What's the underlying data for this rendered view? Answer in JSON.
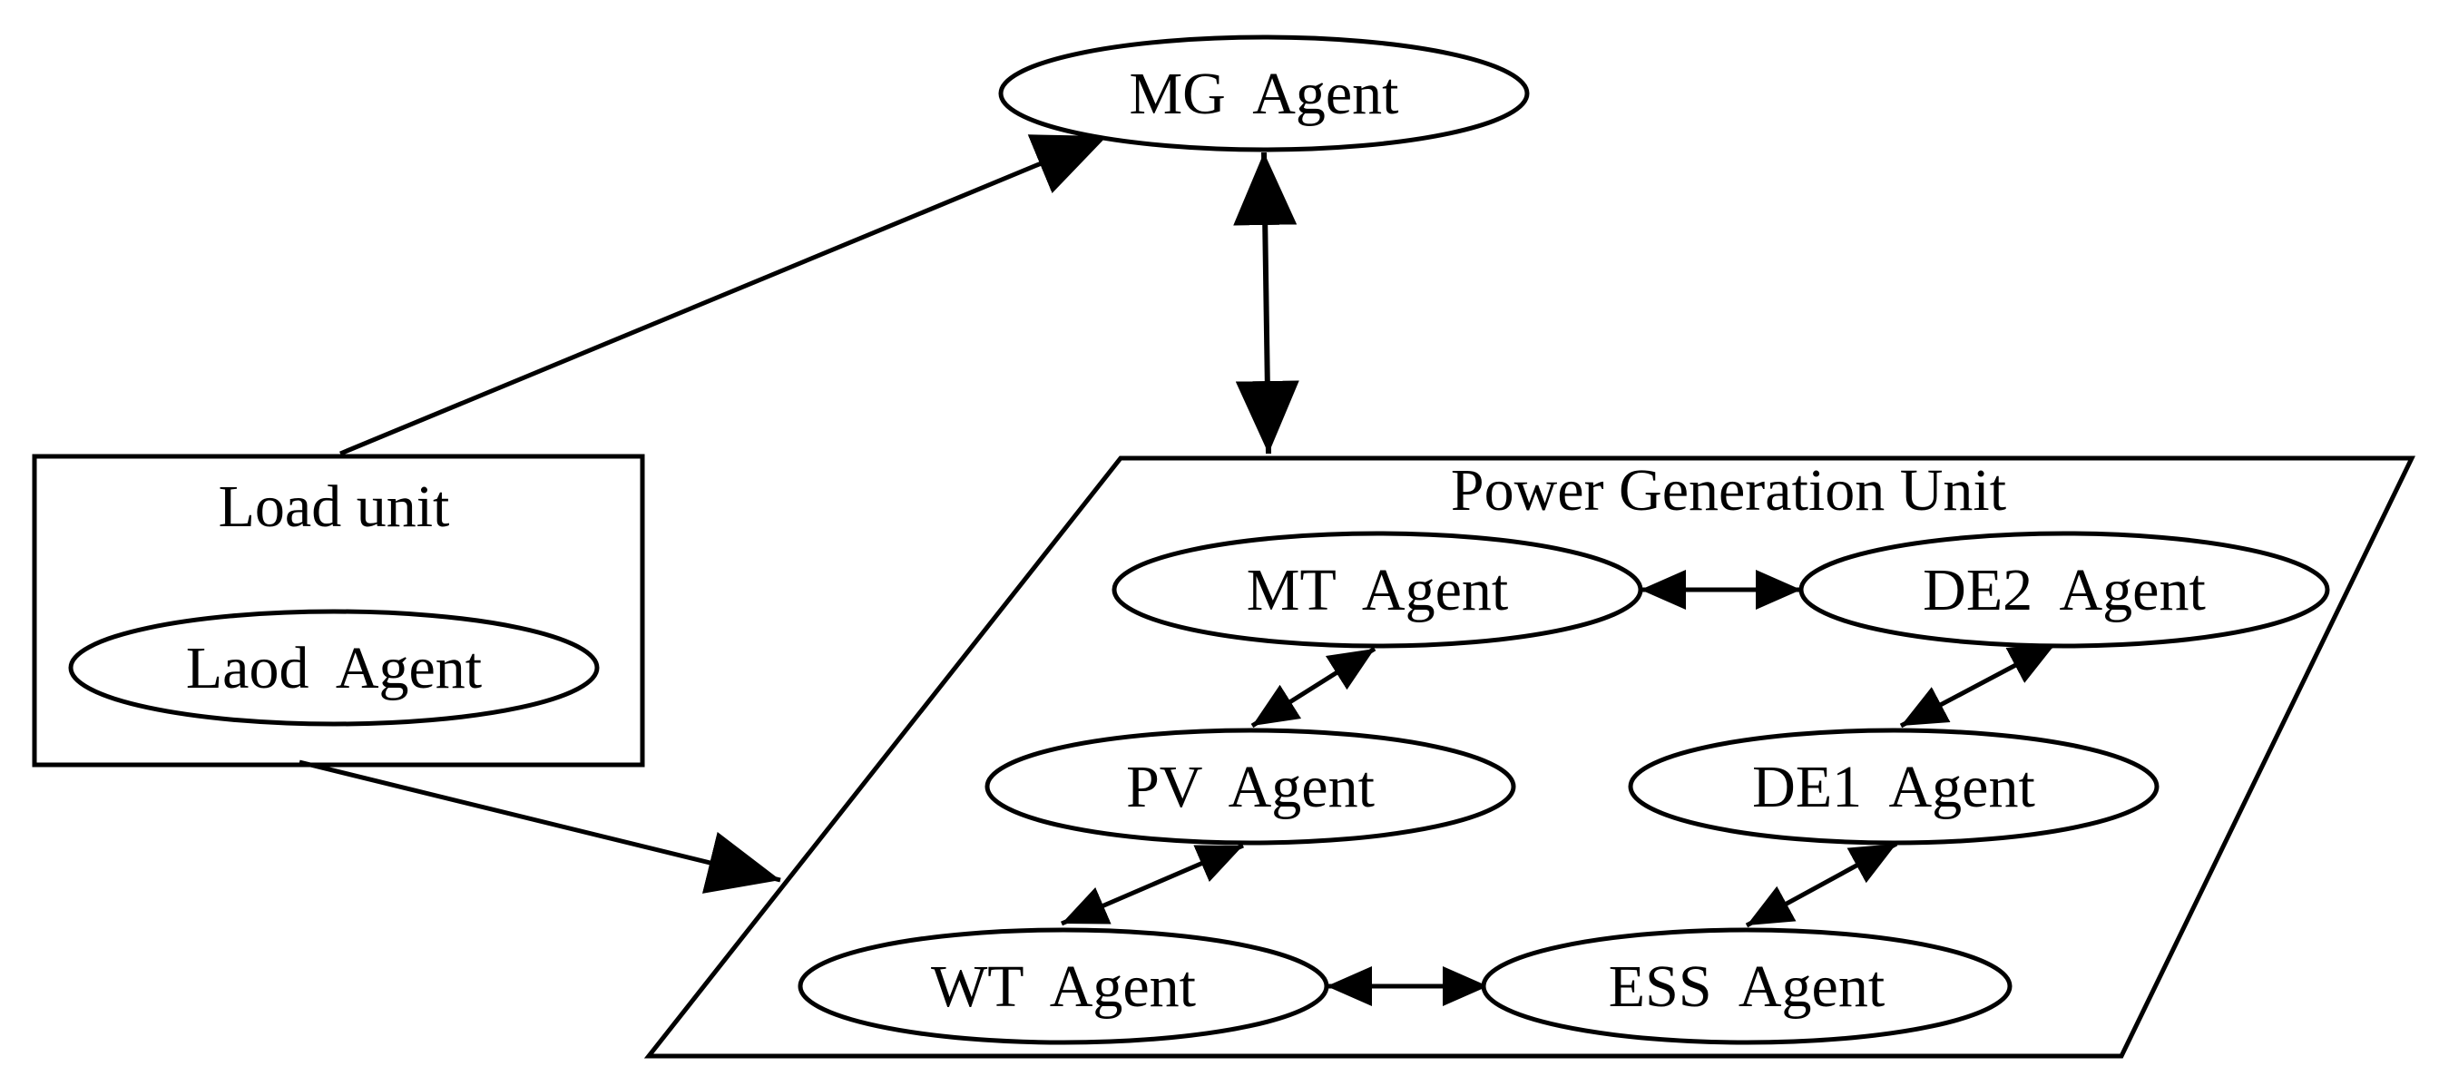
{
  "diagram": {
    "nodes": {
      "mg": {
        "label": "MG  Agent"
      },
      "load": {
        "label": "Laod  Agent"
      },
      "mt": {
        "label": "MT  Agent"
      },
      "de2": {
        "label": "DE2  Agent"
      },
      "pv": {
        "label": "PV  Agent"
      },
      "de1": {
        "label": "DE1  Agent"
      },
      "wt": {
        "label": "WT  Agent"
      },
      "ess": {
        "label": "ESS  Agent"
      }
    },
    "groups": {
      "load_unit": {
        "title": "Load unit"
      },
      "power_gen_unit": {
        "title": "Power Generation Unit"
      }
    },
    "edges": [
      {
        "from": "load_unit",
        "to": "mg",
        "direction": "forward"
      },
      {
        "from": "load_unit",
        "to": "power_gen_unit",
        "direction": "forward"
      },
      {
        "from": "mg",
        "to": "power_gen_unit",
        "direction": "both"
      },
      {
        "from": "mt",
        "to": "de2",
        "direction": "both"
      },
      {
        "from": "mt",
        "to": "pv",
        "direction": "both"
      },
      {
        "from": "pv",
        "to": "wt",
        "direction": "both"
      },
      {
        "from": "wt",
        "to": "ess",
        "direction": "both"
      },
      {
        "from": "ess",
        "to": "de1",
        "direction": "both"
      },
      {
        "from": "de1",
        "to": "de2",
        "direction": "both"
      }
    ]
  }
}
